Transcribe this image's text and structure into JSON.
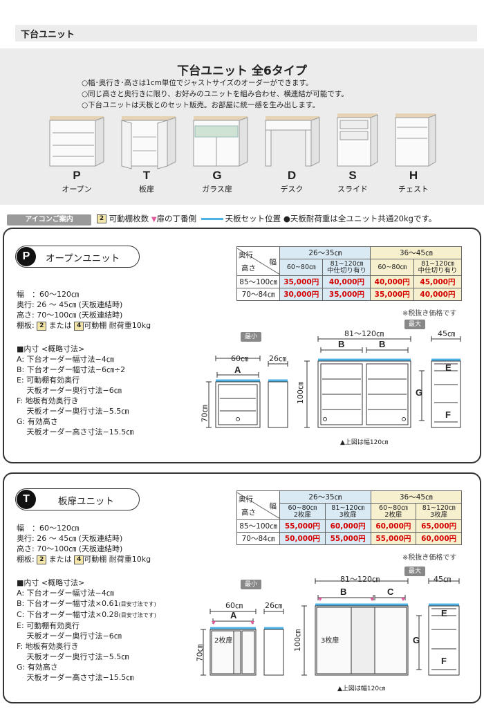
{
  "page_title": "下台ユニット",
  "hero": {
    "title": "下台ユニット 全6タイプ",
    "notes": [
      "○幅･奥行き･高さは1cm単位でジャストサイズのオーダーができます。",
      "○同じ高さと奥行きに限り、お好みのユニットを組み合わせ、横連結が可能です。",
      "○下台ユニットは天板とのセット販売。お部屋に統一感を生み出します。"
    ],
    "units": [
      {
        "letter": "P",
        "name": "オープン"
      },
      {
        "letter": "T",
        "name": "板扉"
      },
      {
        "letter": "G",
        "name": "ガラス扉"
      },
      {
        "letter": "D",
        "name": "デスク"
      },
      {
        "letter": "S",
        "name": "スライド"
      },
      {
        "letter": "H",
        "name": "チェスト"
      }
    ]
  },
  "legend": {
    "tag": "アイコンご案内",
    "badge": "2",
    "shelf": "可動棚枚数",
    "hinge_mark": "▼",
    "hinge": "扉の丁番側",
    "top": "天板セット位置",
    "load": "●天板耐荷重は全ユニット共通20kgです。"
  },
  "sections": [
    {
      "letter": "P",
      "name": "オープンユニット",
      "specs": {
        "width": "幅　：60～120㎝",
        "depth": "奥行: 26 ～ 45㎝ (天板連結時)",
        "height": "高さ: 70～100㎝ (天板連結時)",
        "shelf_a": "棚板:",
        "shelf_b": "または",
        "shelf_c": "可動棚 耐荷重10kg",
        "badge1": "2",
        "badge2": "4"
      },
      "inner_title": "■内寸 <概略寸法>",
      "inner": [
        {
          "t": "A: 下台オーダー幅寸法−4㎝",
          "s": ""
        },
        {
          "t": "B: 下台オーダー幅寸法−6㎝÷2",
          "s": ""
        },
        {
          "t": "E: 可動棚有効奥行",
          "s": ""
        },
        {
          "t": "　 天板オーダー奥行寸法−6㎝",
          "s": ""
        },
        {
          "t": "F:  地板有効奥行き",
          "s": ""
        },
        {
          "t": "　 天板オーダー奥行寸法−5.5㎝",
          "s": ""
        },
        {
          "t": "G: 有効高さ",
          "s": ""
        },
        {
          "t": "　 天板オーダー高さ寸法−15.5㎝",
          "s": ""
        }
      ],
      "table": {
        "depth_label": "奥行",
        "width_label": "幅",
        "height_label": "高さ",
        "d1": "26～35㎝",
        "d2": "36～45㎝",
        "cols": [
          {
            "a": "60~80㎝",
            "b": ""
          },
          {
            "a": "81~120㎝",
            "b": "中仕切り有り"
          },
          {
            "a": "60~80㎝",
            "b": ""
          },
          {
            "a": "81~120㎝",
            "b": "中仕切り有り"
          }
        ],
        "rows": [
          {
            "h": "85～100㎝",
            "p": [
              "35,000円",
              "40,000円",
              "40,000円",
              "45,000円"
            ]
          },
          {
            "h": "70～84㎝",
            "p": [
              "30,000円",
              "35,000円",
              "35,000円",
              "40,000円"
            ]
          }
        ]
      },
      "tax": "※税抜き価格です",
      "diagram": {
        "min": "最小",
        "max": "最大",
        "w_min": "60㎝",
        "d_min": "26㎝",
        "h_min": "70㎝",
        "w_max": "81～120㎝",
        "h_max": "100㎝",
        "d_max": "45㎝",
        "a": "A",
        "b1": "B",
        "b2": "B",
        "e": "E",
        "f": "F",
        "g": "G",
        "caption": "▲上図は幅120㎝",
        "door_small": "",
        "door_large": ""
      }
    },
    {
      "letter": "T",
      "name": "板扉ユニット",
      "specs": {
        "width": "幅　：60～120㎝",
        "depth": "奥行: 26 ～ 45㎝ (天板連結時)",
        "height": "高さ: 70～100㎝ (天板連結時)",
        "shelf_a": "棚板:",
        "shelf_b": "または",
        "shelf_c": "可動棚 耐荷重10kg",
        "badge1": "2",
        "badge2": "4"
      },
      "inner_title": "■内寸 <概略寸法>",
      "inner": [
        {
          "t": "A: 下台オーダー幅寸法−4㎝",
          "s": ""
        },
        {
          "t": "B: 下台オーダー幅寸法×0.61",
          "s": "(目安寸法です)"
        },
        {
          "t": "C: 下台オーダー幅寸法×0.28",
          "s": "(目安寸法です)"
        },
        {
          "t": "E: 可動棚有効奥行",
          "s": ""
        },
        {
          "t": "　 天板オーダー奥行寸法−6㎝",
          "s": ""
        },
        {
          "t": "F:  地板有効奥行き",
          "s": ""
        },
        {
          "t": "　 天板オーダー奥行寸法−5.5㎝",
          "s": ""
        },
        {
          "t": "G: 有効高さ",
          "s": ""
        },
        {
          "t": "　 天板オーダー高さ寸法−15.5㎝",
          "s": ""
        }
      ],
      "table": {
        "depth_label": "奥行",
        "width_label": "幅",
        "height_label": "高さ",
        "d1": "26～35㎝",
        "d2": "36～45㎝",
        "cols": [
          {
            "a": "60~80㎝",
            "b": "2枚扉"
          },
          {
            "a": "81~120㎝",
            "b": "3枚扉"
          },
          {
            "a": "60~80㎝",
            "b": "2枚扉"
          },
          {
            "a": "81~120㎝",
            "b": "3枚扉"
          }
        ],
        "rows": [
          {
            "h": "85～100㎝",
            "p": [
              "55,000円",
              "60,000円",
              "60,000円",
              "65,000円"
            ]
          },
          {
            "h": "70～84㎝",
            "p": [
              "50,000円",
              "55,000円",
              "55,000円",
              "60,000円"
            ]
          }
        ]
      },
      "tax": "※税抜き価格です",
      "diagram": {
        "min": "最小",
        "max": "最大",
        "w_min": "60㎝",
        "d_min": "26㎝",
        "h_min": "70㎝",
        "w_max": "81～120㎝",
        "h_max": "100㎝",
        "d_max": "45㎝",
        "a": "A",
        "b1": "B",
        "b2": "C",
        "e": "E",
        "f": "F",
        "g": "G",
        "caption": "▲上図は幅120㎝",
        "door_small": "2枚扉",
        "door_large": "3枚扉"
      }
    }
  ]
}
